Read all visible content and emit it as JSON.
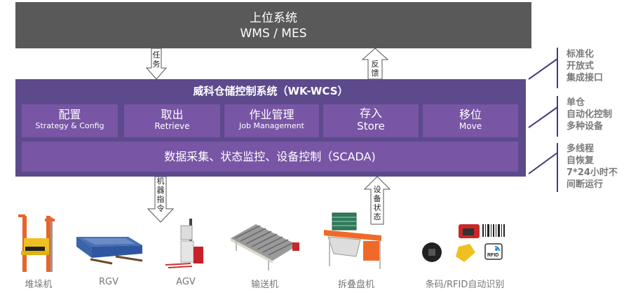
{
  "upper_system": {
    "title_cn": "上位系统",
    "title_en": "WMS / MES"
  },
  "arrows": {
    "task": {
      "label": "任务",
      "direction": "down"
    },
    "feedback": {
      "label": "反馈",
      "direction": "up"
    },
    "machine_command": {
      "label": "机器指令",
      "direction": "down"
    },
    "device_status": {
      "label": "设备状态",
      "direction": "up"
    }
  },
  "wcs": {
    "title": "威科仓储控制系统（WK-WCS）",
    "modules": [
      {
        "cn": "配置",
        "en": "Strategy & Config"
      },
      {
        "cn": "取出",
        "en": "Retrieve"
      },
      {
        "cn": "作业管理",
        "en": "Job Management"
      },
      {
        "cn": "存入",
        "en": "Store"
      },
      {
        "cn": "移位",
        "en": "Move"
      }
    ],
    "scada": "数据采集、状态监控、设备控制（SCADA)"
  },
  "features": [
    {
      "lines": [
        "标准化",
        "开放式",
        "集成接口"
      ]
    },
    {
      "lines": [
        "单仓",
        "自动化控制",
        "多种设备"
      ]
    },
    {
      "lines": [
        "多线程",
        "自恢复",
        "7*24小时不",
        "间断运行"
      ]
    }
  ],
  "equipment": [
    {
      "label": "堆垛机",
      "icon": "stacker-crane-icon"
    },
    {
      "label": "RGV",
      "icon": "rgv-icon"
    },
    {
      "label": "AGV",
      "icon": "agv-icon"
    },
    {
      "label": "输送机",
      "icon": "conveyor-icon"
    },
    {
      "label": "拆叠盘机",
      "icon": "pallet-dispenser-icon"
    },
    {
      "label": "条码/RFID自动识别",
      "icon": "barcode-rfid-icon"
    }
  ],
  "colors": {
    "upper_bg": "#595959",
    "wcs_bg": "#5c4a8c",
    "tile_bg": "#7855a5",
    "feature_text": "#7a7a7a",
    "bracket": "#4a3a7a"
  }
}
